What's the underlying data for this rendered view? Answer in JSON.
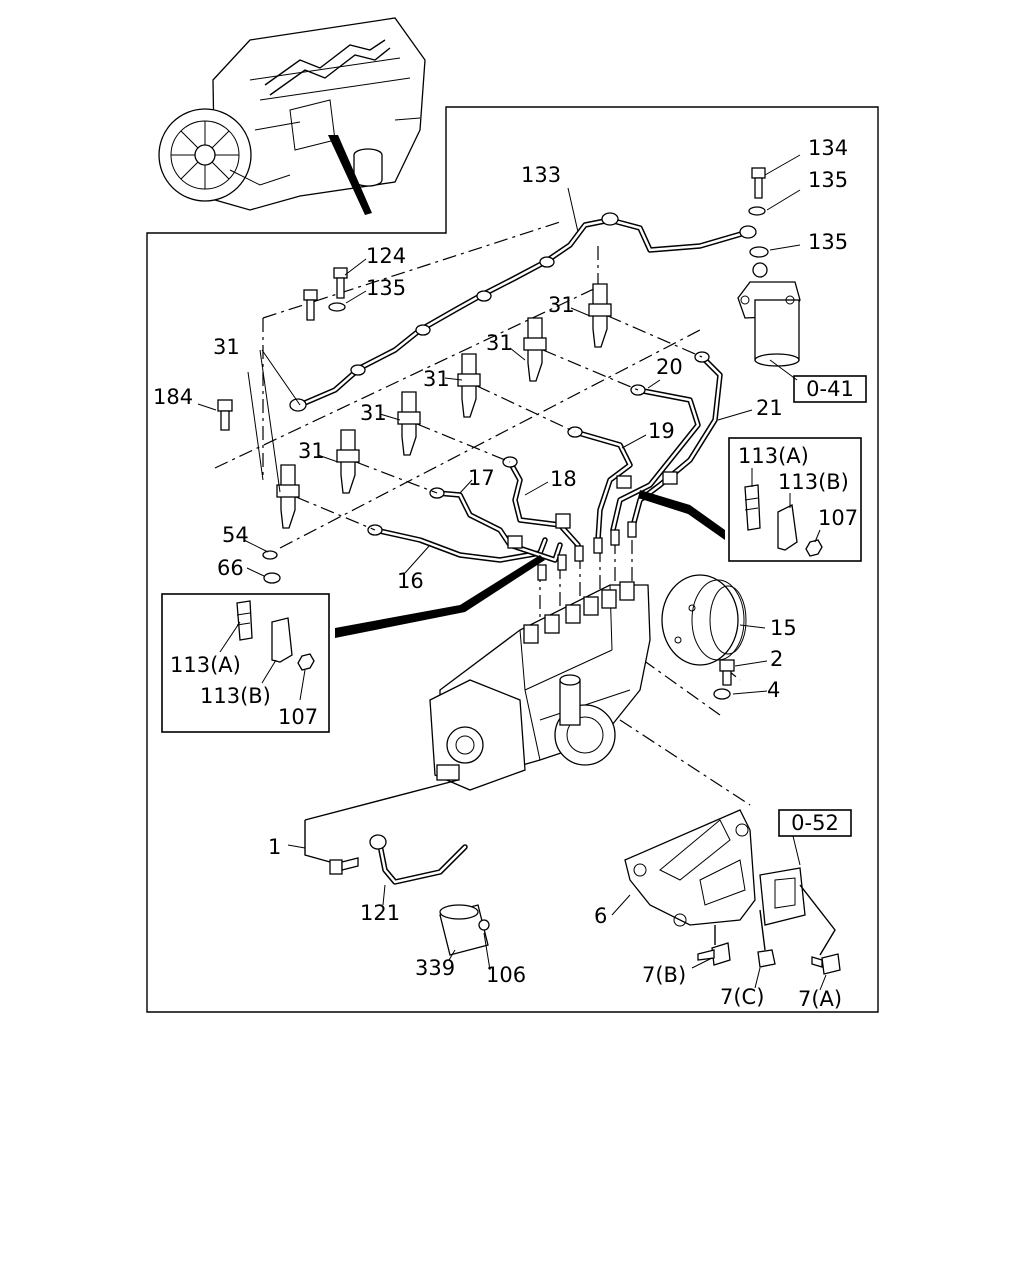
{
  "callouts": {
    "p134": "134",
    "p135a": "135",
    "p135b": "135",
    "p133": "133",
    "p124": "124",
    "p135c": "135",
    "p31a": "31",
    "p31b": "31",
    "p31c": "31",
    "p31d": "31",
    "p31e": "31",
    "p31f": "31",
    "p184": "184",
    "p20": "20",
    "p21": "21",
    "p19": "19",
    "p17": "17",
    "p18": "18",
    "p54": "54",
    "p66": "66",
    "p16": "16",
    "p15": "15",
    "p2": "2",
    "p4": "4",
    "p1": "1",
    "p121": "121",
    "p339": "339",
    "p106": "106",
    "p6": "6",
    "p7b": "7(B)",
    "p7c": "7(C)",
    "p7a": "7(A)",
    "ref041": "0-41",
    "ref052": "0-52"
  },
  "detail_right": {
    "a": "113(A)",
    "b": "113(B)",
    "c": "107"
  },
  "detail_left": {
    "a": "113(A)",
    "b": "113(B)",
    "c": "107"
  }
}
